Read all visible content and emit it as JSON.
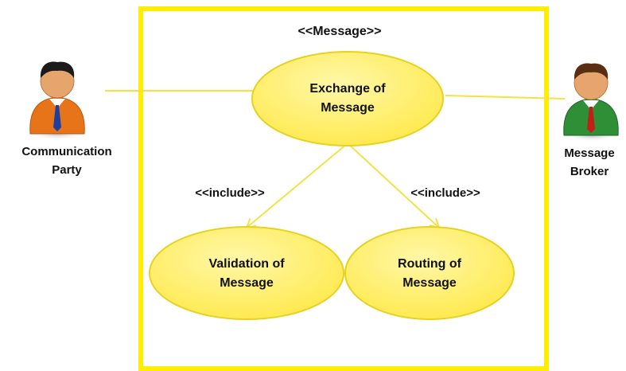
{
  "system": {
    "stereotype": "<<Message>>",
    "border_color": "#ffee00"
  },
  "actors": {
    "left": {
      "line1": "Communication",
      "line2": "Party",
      "shirt_color": "#e8741a",
      "tie_color": "#1f3f9f"
    },
    "right": {
      "line1": "Message",
      "line2": "Broker",
      "shirt_color": "#2e8f36",
      "tie_color": "#c0201a"
    }
  },
  "use_cases": {
    "exchange": {
      "line1": "Exchange of",
      "line2": "Message"
    },
    "validation": {
      "line1": "Validation of",
      "line2": "Message"
    },
    "routing": {
      "line1": "Routing of",
      "line2": "Message"
    }
  },
  "relations": {
    "include_left": "<<include>>",
    "include_right": "<<include>>"
  },
  "colors": {
    "use_case_fill": "#ffef6e",
    "use_case_stroke": "#e6d21f",
    "association": "#f2e24a",
    "skin": "#e7a56e",
    "hair": "#1b1b1b"
  }
}
